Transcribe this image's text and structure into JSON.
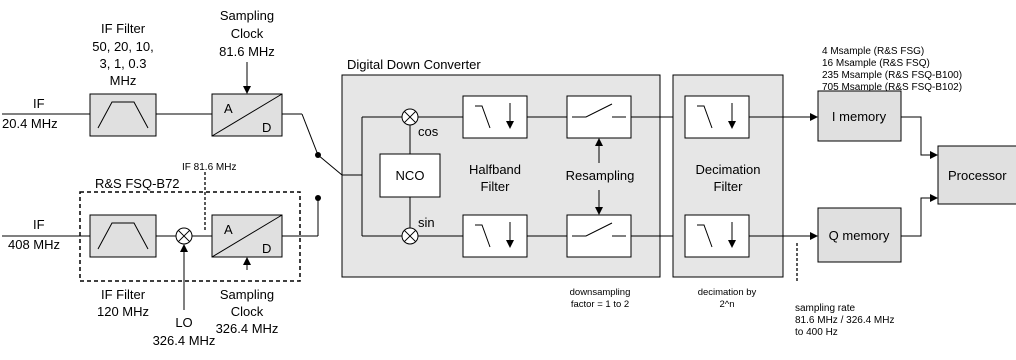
{
  "inputs": {
    "if1_label": "IF",
    "if1_freq": "20.4 MHz",
    "if2_label": "IF",
    "if2_freq": "408 MHz"
  },
  "if_filter_top": {
    "title": "IF Filter",
    "line1": "50, 20, 10,",
    "line2": "3, 1, 0.3",
    "line3": "MHz"
  },
  "sampling_clock_top": {
    "title": "Sampling",
    "line2": "Clock",
    "freq": "81.6 MHz"
  },
  "adc": {
    "a": "A",
    "d": "D"
  },
  "b72": {
    "title": "R&S FSQ-B72",
    "if_note": "IF 81.6 MHz",
    "if_filter_title": "IF Filter",
    "if_filter_freq": "120 MHz",
    "sampling_title": "Sampling",
    "sampling_line2": "Clock",
    "sampling_freq": "326.4 MHz",
    "lo_label": "LO",
    "lo_freq": "326.4 MHz"
  },
  "ddc": {
    "title": "Digital Down Converter",
    "nco": "NCO",
    "cos": "cos",
    "sin": "sin",
    "halfband_1": "Halfband",
    "halfband_2": "Filter",
    "resampling": "Resampling",
    "downsampling_1": "downsampling",
    "downsampling_2": "factor = 1 to 2"
  },
  "decimation": {
    "title_1": "Decimation",
    "title_2": "Filter",
    "note_1": "decimation by",
    "note_2": "2^n"
  },
  "memory": {
    "i": "I memory",
    "q": "Q memory",
    "notes": [
      "4 Msample (R&S FSG)",
      "16 Msample (R&S FSQ)",
      "235 Msample (R&S FSQ-B100)",
      "705 Msample (R&S FSQ-B102)"
    ]
  },
  "processor": "Processor",
  "sampling_rate": {
    "line1": "sampling rate",
    "line2": "81.6 MHz / 326.4 MHz",
    "line3": "to 400 Hz"
  }
}
